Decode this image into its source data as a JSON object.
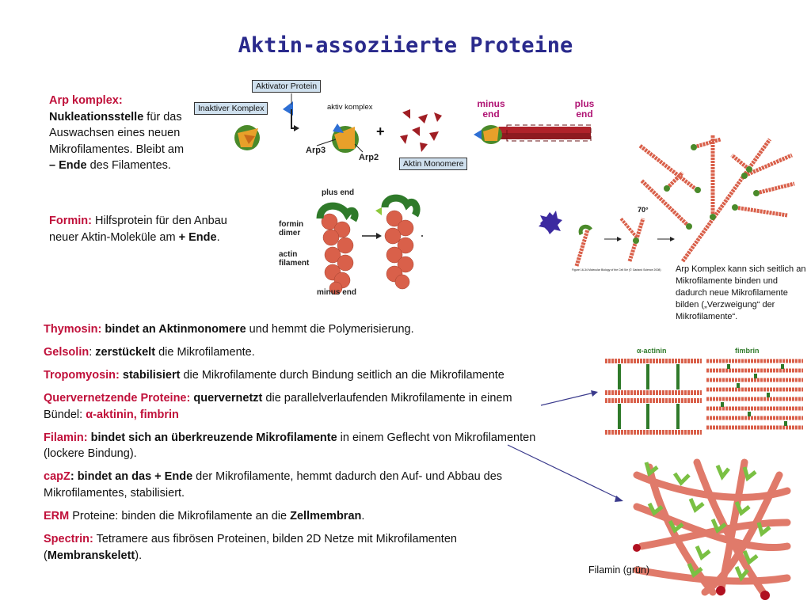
{
  "title": "Aktin-assoziierte Proteine",
  "arp": {
    "name": "Arp komplex:",
    "bold": "Nukleationsstelle",
    "text1": " für das Auswachsen eines neuen Mikrofilamentes. Bleibt am ",
    "end_bold": "– Ende",
    "text2": " des Filamentes."
  },
  "formin": {
    "name": "Formin:",
    "text1": " Hilfsprotein für den Anbau neuer Aktin-Moleküle am ",
    "end_bold": "+ Ende",
    "text2": "."
  },
  "diagram_arp": {
    "activator": "Aktivator Protein",
    "inactive": "Inaktiver Komplex",
    "active": "aktiv komplex",
    "arp3": "Arp3",
    "arp2": "Arp2",
    "plus_sign": "+",
    "monomers": "Aktin Monomere",
    "minus_end": "minus end",
    "plus_end": "plus end"
  },
  "diagram_formin": {
    "plus_end": "plus end",
    "formin_dimer": "formin dimer",
    "actin_filament": "actin filament",
    "minus_end": "minus end"
  },
  "branching": {
    "angle": "70°",
    "fig_caption": "Figure 16-34 Molecular Biology of the Cell 5/e (© Garland Science 2008)",
    "caption": "Arp Komplex kann sich seitlich an Mikrofilamente binden und dadurch neue Mikrofilamente bilden („Verzweigung“ der Mikrofilamente“."
  },
  "crosslink": {
    "alpha_actinin": "α-actinin",
    "fimbrin": "fimbrin"
  },
  "filamin_caption": "Filamin (grün)",
  "list": [
    {
      "name": "Thymosin:",
      "b1": " bindet an Aktinmonomere",
      "t1": " und hemmt die Polymerisierung.",
      "b2": "",
      "t2": ""
    },
    {
      "name": "Gelsolin",
      "b1": "",
      "t1": ": ",
      "b2": "zerstückelt",
      "t2": " die Mikrofilamente."
    },
    {
      "name": "Tropomyosin:",
      "b1": " stabilisiert",
      "t1": " die Mikrofilamente durch Bindung seitlich an die Mikrofilamente",
      "b2": "",
      "t2": ""
    },
    {
      "name": "Quervernetzende Proteine:",
      "b1": " quervernetzt",
      "t1": " die parallelverlaufenden Mikrofilamente in einem Bündel: ",
      "b2": "",
      "t2": "",
      "red2": "α-aktinin, fimbrin"
    },
    {
      "name": "Filamin:",
      "b1": " bindet sich an überkreuzende Mikrofilamente",
      "t1": " in einem Geflecht von Mikrofilamenten (lockere Bindung).",
      "b2": "",
      "t2": ""
    },
    {
      "name": "capZ",
      "b1": ": bindet an das + Ende",
      "t1": " der Mikrofilamente, hemmt dadurch den Auf- und Abbau des Mikrofilamentes, stabilisiert.",
      "b2": "",
      "t2": ""
    },
    {
      "name": "ERM",
      "b1": "",
      "t1": " Proteine: binden die Mikrofilamente an die ",
      "b2": "Zellmembran",
      "t2": "."
    },
    {
      "name": "Spectrin:",
      "b1": "",
      "t1": " Tetramere aus fibrösen Proteinen, bilden 2D Netze mit Mikrofilamenten (",
      "b2": "Membranskelett",
      "t2": ")."
    }
  ],
  "colors": {
    "title": "#2a2a8c",
    "accent": "#c0103a",
    "actin": "#d9604a",
    "arp_green": "#4a8a2a",
    "magenta": "#b01474",
    "box": "#cfe0ee"
  }
}
